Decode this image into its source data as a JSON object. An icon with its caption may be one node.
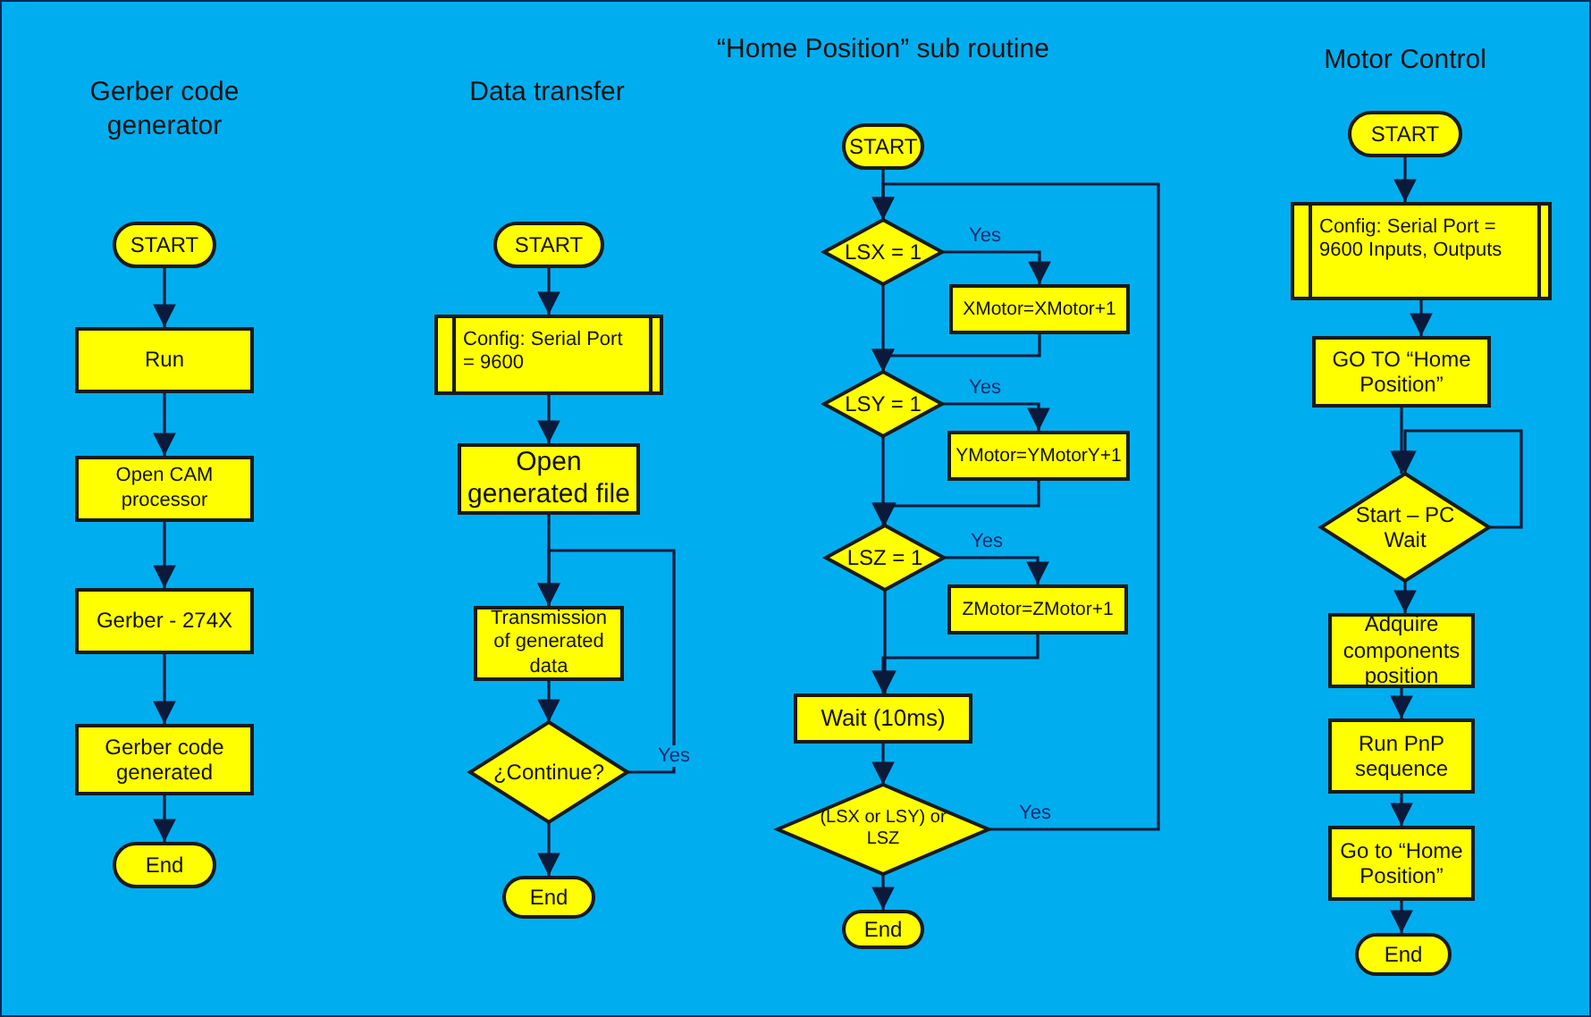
{
  "diagram": {
    "nodes": [
      {
        "text": [
          "START"
        ]
      },
      {
        "text": [
          "Run"
        ]
      },
      {
        "text": [
          "Open CAM processor"
        ]
      },
      {
        "text": [
          "Gerber - 274X"
        ]
      },
      {
        "text": [
          "Gerber code generated"
        ]
      },
      {
        "text": [
          "End"
        ]
      },
      {
        "text": [
          "START"
        ]
      },
      {
        "text": [
          "Config: Serial Port = 9600"
        ]
      },
      {
        "text": [
          "Open generated file"
        ]
      },
      {
        "text": [
          "Transmission of generated data"
        ]
      },
      {
        "text": [
          "¿Continue?"
        ]
      },
      {
        "text": [
          "End"
        ]
      },
      {
        "text": [
          "START"
        ]
      },
      {
        "text": [
          "LSX = 1"
        ]
      },
      {
        "text": [
          "XMotor=XMotor+1"
        ]
      },
      {
        "text": [
          "LSY = 1"
        ]
      },
      {
        "text": [
          "YMotor=YMotorY+1"
        ]
      },
      {
        "text": [
          "LSZ = 1"
        ]
      },
      {
        "text": [
          "ZMotor=ZMotor+1"
        ]
      },
      {
        "text": [
          "Wait (10ms)"
        ]
      },
      {
        "text": [
          "(LSX or LSY) or  LSZ"
        ]
      },
      {
        "text": [
          "End"
        ]
      },
      {
        "text": [
          "START"
        ]
      },
      {
        "text": [
          "Config: Serial Port = 9600 Inputs, Outputs"
        ]
      },
      {
        "text": [
          "GO TO “Home Position”"
        ]
      },
      {
        "text": [
          "Start – PC Wait"
        ]
      },
      {
        "text": [
          "Adquire components position"
        ]
      },
      {
        "text": [
          "Run PnP sequence"
        ]
      },
      {
        "text": [
          "Go to “Home Position”"
        ]
      },
      {
        "text": [
          "End"
        ]
      }
    ],
    "edges": [
      {
        "from": 0,
        "to": 1,
        "arrow": "to"
      },
      {
        "from": 1,
        "to": 2,
        "arrow": "to"
      },
      {
        "from": 2,
        "to": 3,
        "arrow": "to"
      },
      {
        "from": 3,
        "to": 4,
        "arrow": "to"
      },
      {
        "from": 4,
        "to": 5,
        "arrow": "to"
      },
      {
        "from": 6,
        "to": 7,
        "arrow": "to"
      },
      {
        "from": 7,
        "to": 8,
        "arrow": "to"
      },
      {
        "from": 8,
        "to": 9,
        "arrow": "to"
      },
      {
        "from": 9,
        "to": 10,
        "arrow": "to"
      },
      {
        "from": 10,
        "to": 9,
        "arrow": "to",
        "label": "Yes"
      },
      {
        "from": 10,
        "to": 11,
        "arrow": "to"
      },
      {
        "from": 12,
        "to": 13,
        "arrow": "to"
      },
      {
        "from": 13,
        "to": 14,
        "arrow": "to",
        "label": "Yes"
      },
      {
        "from": 14,
        "to": 15,
        "arrow": "to"
      },
      {
        "from": 13,
        "to": 15,
        "arrow": "to"
      },
      {
        "from": 15,
        "to": 16,
        "arrow": "to",
        "label": "Yes"
      },
      {
        "from": 16,
        "to": 17,
        "arrow": "to"
      },
      {
        "from": 15,
        "to": 17,
        "arrow": "to"
      },
      {
        "from": 17,
        "to": 18,
        "arrow": "to",
        "label": "Yes"
      },
      {
        "from": 18,
        "to": 19,
        "arrow": "to"
      },
      {
        "from": 17,
        "to": 19,
        "arrow": "to"
      },
      {
        "from": 19,
        "to": 20,
        "arrow": "to"
      },
      {
        "from": 20,
        "to": 13,
        "arrow": "to",
        "label": "Yes"
      },
      {
        "from": 20,
        "to": 21,
        "arrow": "to"
      },
      {
        "from": 22,
        "to": 23,
        "arrow": "to"
      },
      {
        "from": 23,
        "to": 24,
        "arrow": "to"
      },
      {
        "from": 24,
        "to": 25,
        "arrow": "to"
      },
      {
        "from": 25,
        "to": 25,
        "arrow": "to"
      },
      {
        "from": 25,
        "to": 26,
        "arrow": "to"
      },
      {
        "from": 26,
        "to": 27,
        "arrow": "to"
      },
      {
        "from": 27,
        "to": 28,
        "arrow": "to"
      },
      {
        "from": 28,
        "to": 29,
        "arrow": "to"
      }
    ],
    "labels": [
      "Gerber code generator",
      "Data transfer",
      "“Home Position” sub routine",
      "Motor Control"
    ]
  }
}
